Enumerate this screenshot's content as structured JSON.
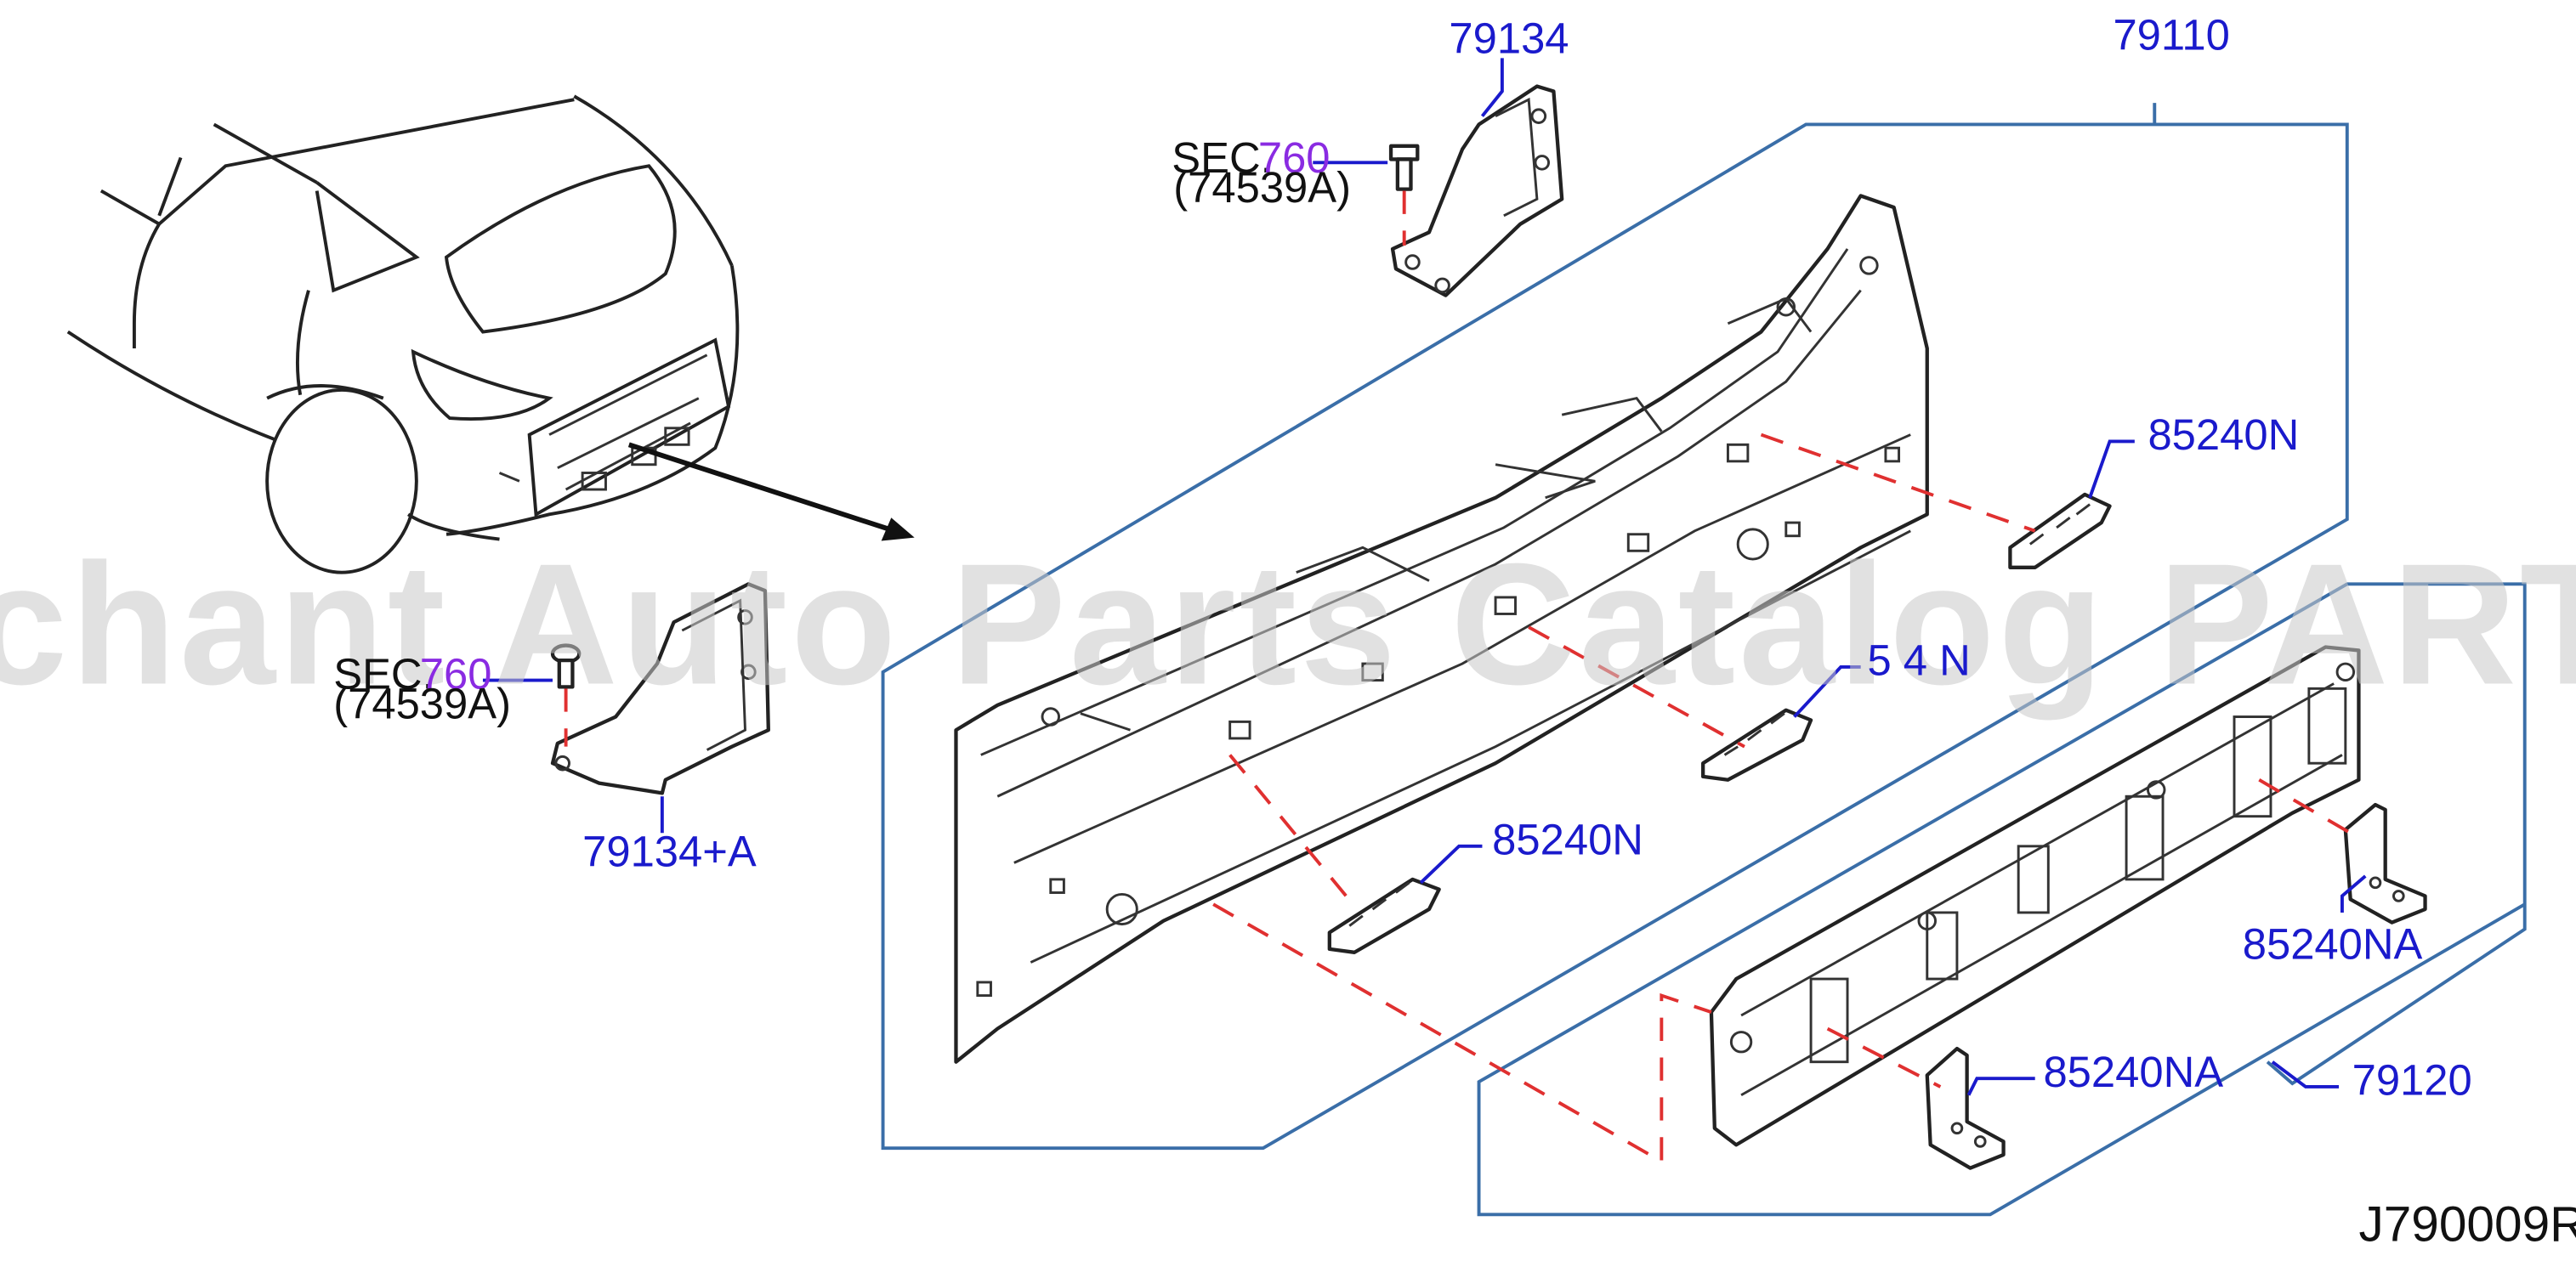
{
  "labels": {
    "bracket_top": "79134",
    "panel_main": "79110",
    "sec_top": "SEC.",
    "sec_top_ref": "760",
    "sec_top_sub": "(74539A)",
    "sec_left": "SEC.",
    "sec_left_ref": "760",
    "sec_left_sub": "(74539A)",
    "bracket_left": "79134+A",
    "clip_right_top": "85240N",
    "clip_mid": "5 4 N",
    "clip_lower": "85240N",
    "lower_bracket_right": "85240NA",
    "lower_bracket_bottom": "85240NA",
    "panel_lower": "79120",
    "diagram_code": "J790009R"
  },
  "watermark": "Offers Merchant Auto Parts Catalog PARTSTORE.SA",
  "colors": {
    "callout": "#1a1acc",
    "reference": "#8a2be2",
    "frame": "#3a6ea8",
    "dashed_leader": "#e03030"
  }
}
